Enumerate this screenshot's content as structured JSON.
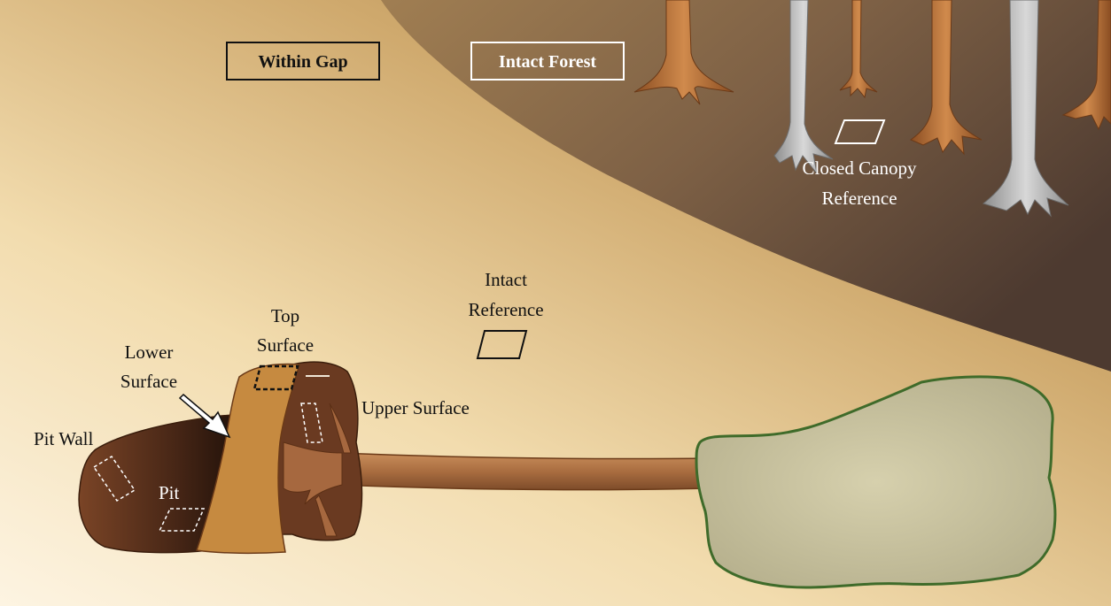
{
  "legend": {
    "within_gap": "Within Gap",
    "intact_forest": "Intact Forest"
  },
  "labels": {
    "closed_canopy_line1": "Closed Canopy",
    "closed_canopy_line2": "Reference",
    "intact_ref_line1": "Intact",
    "intact_ref_line2": "Reference",
    "top_surface_line1": "Top",
    "top_surface_line2": "Surface",
    "lower_surface_line1": "Lower",
    "lower_surface_line2": "Surface",
    "upper_surface": "Upper Surface",
    "pit_wall": "Pit Wall",
    "pit": "Pit"
  },
  "colors": {
    "forest_dark": "#5c4536",
    "forest_light": "#9b7d55",
    "gap_light": "#fbefd6",
    "gap_mid": "#c9a66c",
    "mound_dark": "#6b3a20",
    "log": "#b5784a",
    "crown_fill": "#c8c29f",
    "crown_edge": "#3f6b2a"
  }
}
